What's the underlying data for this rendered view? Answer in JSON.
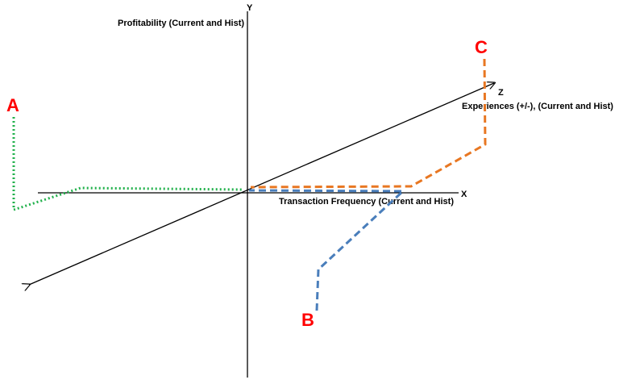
{
  "axes": {
    "y": {
      "letter": "Y",
      "caption": "Profitability (Current and Hist)"
    },
    "x": {
      "letter": "X",
      "caption": "Transaction Frequency (Current and Hist)"
    },
    "z": {
      "letter": "Z",
      "caption": "Experiences (+/-), (Current and Hist)"
    }
  },
  "points": [
    {
      "label": "A",
      "color": "#ff0000",
      "line_color": "#22b14c",
      "line_style": "dotted"
    },
    {
      "label": "B",
      "color": "#ff0000",
      "line_color": "#4a7ebb",
      "line_style": "dashed"
    },
    {
      "label": "C",
      "color": "#ff0000",
      "line_color": "#e87722",
      "line_style": "dashed"
    }
  ],
  "colors": {
    "axis": "#000000",
    "background": "#ffffff"
  }
}
